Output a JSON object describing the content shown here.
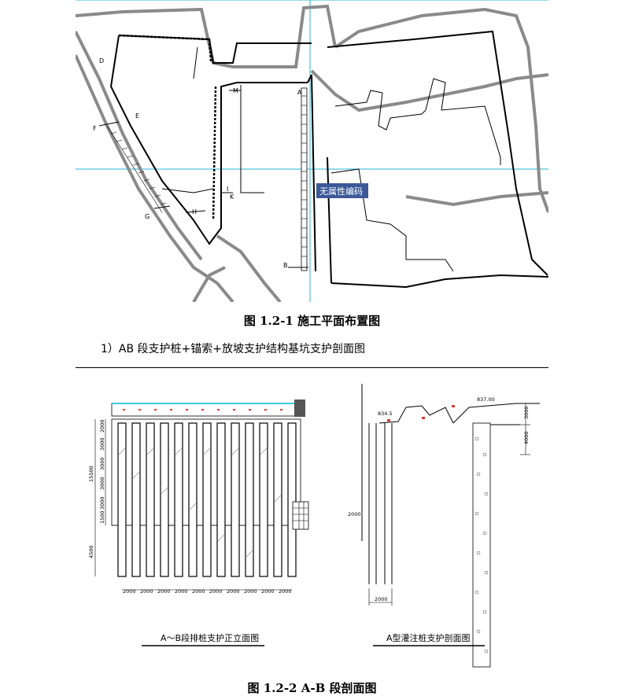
{
  "plan": {
    "labels": {
      "A": "A",
      "B": "B",
      "D": "D",
      "E": "E",
      "F": "F",
      "G": "G",
      "H": "H",
      "M": "M",
      "I": "I",
      "K": "K"
    },
    "tooltip": "无属性编码"
  },
  "caption1": "图 1.2-1 施工平面布置图",
  "para1": "1）AB 段支护桩+锚索+放坡支护结构基坑支护剖面图",
  "section": {
    "left_dims": [
      "2000",
      "3000",
      "3000",
      "3000",
      "3000",
      "1500"
    ],
    "total_dim": "15500",
    "bottom_left_dim": "4500",
    "bottom_dims": [
      "2000",
      "2000",
      "2000",
      "2000",
      "2000",
      "2000",
      "2000",
      "2000",
      "2000",
      "2000"
    ],
    "right_dims_top": "3000",
    "right_dims_bottom": "4000",
    "elev_top": "837.00",
    "elev_left": "834.5",
    "dim_2000": "2000",
    "base_dim": "2000",
    "left_title": "A～B段排桩支护正立面图",
    "right_title": "A型灌注桩支护剖面图"
  },
  "caption2": "图 1.2-2 A-B 段剖面图"
}
